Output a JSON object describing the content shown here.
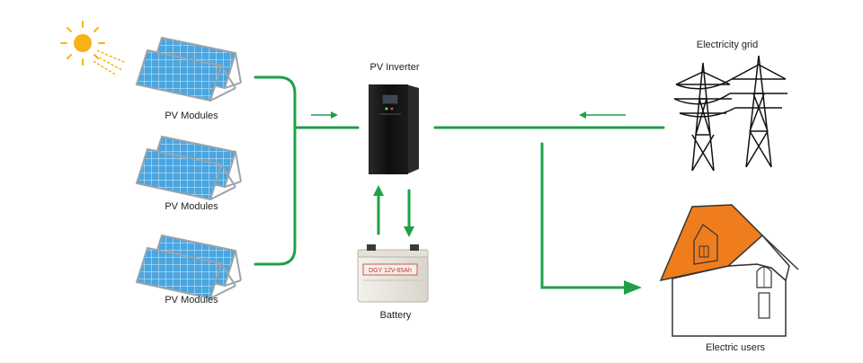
{
  "labels": {
    "pv_modules_1": "PV Modules",
    "pv_modules_2": "PV Modules",
    "pv_modules_3": "PV Modules",
    "pv_inverter": "PV Inverter",
    "battery": "Battery",
    "electricity_grid": "Electricity grid",
    "electric_users": "Electric users"
  },
  "battery_label_text": "DGY 12V-65Ah",
  "colors": {
    "flow_line": "#1ea049",
    "sun": "#f7b316",
    "panel": "#4aa6e0",
    "panel_frame": "#9aa4ab",
    "inverter": "#151515",
    "roof": "#f07d1d",
    "battery_case": "#e9e6df",
    "battery_accent": "#c0392b",
    "tower": "#111111"
  },
  "icons": {
    "sun": "sun-icon",
    "solar_panel": "solar-panel-icon",
    "inverter": "inverter-icon",
    "battery": "battery-icon",
    "pylon": "transmission-tower-icon",
    "house": "house-icon"
  }
}
